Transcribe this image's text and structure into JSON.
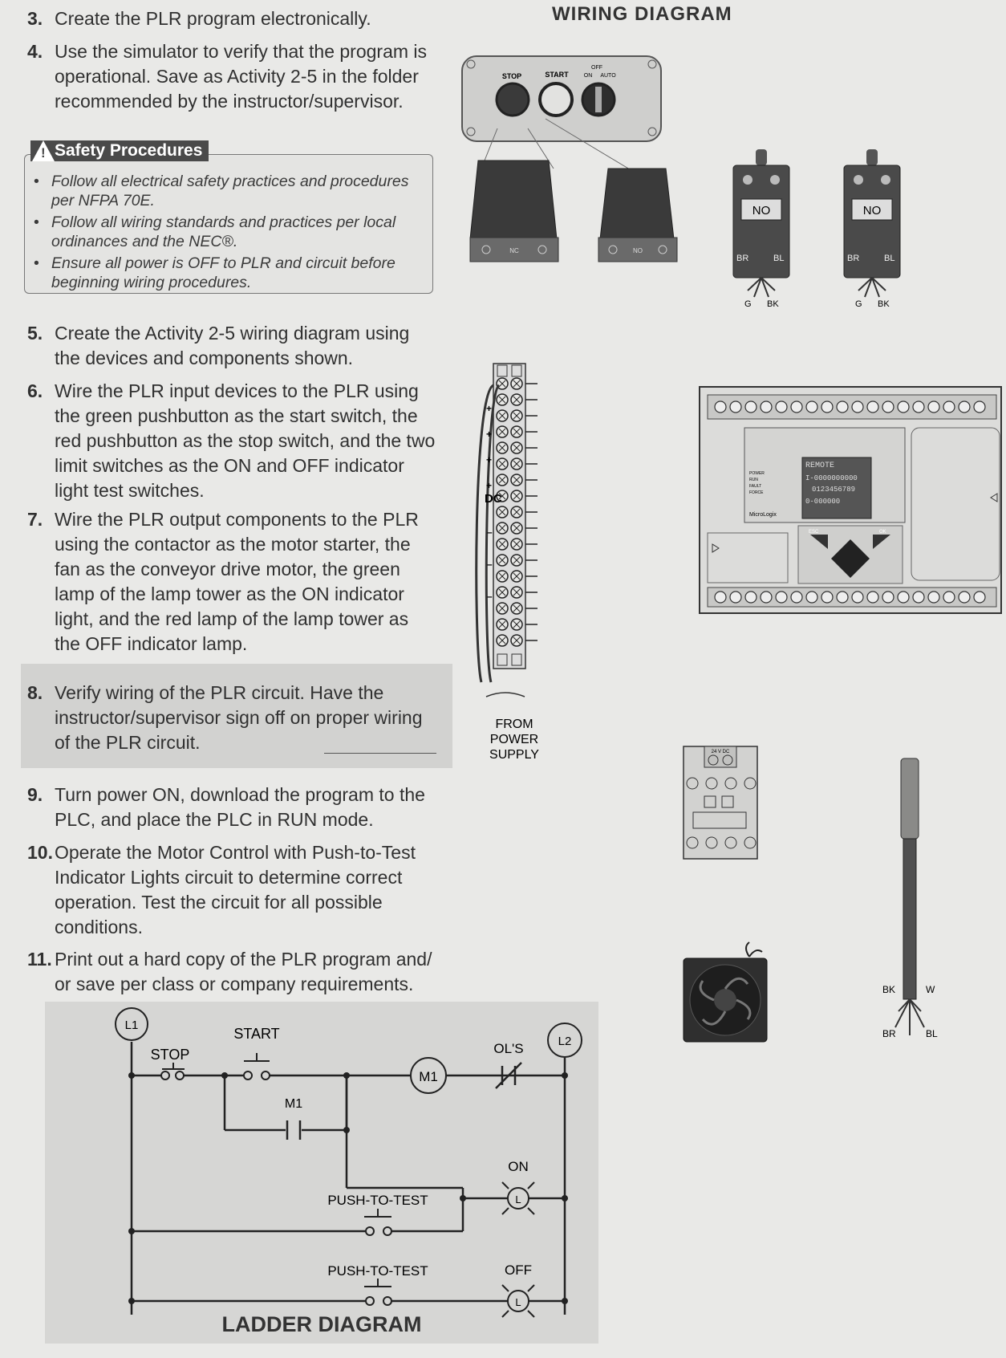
{
  "steps": [
    {
      "n": "3.",
      "text": "Create the PLR program electronically."
    },
    {
      "n": "4.",
      "text": "Use the simulator to verify that the program is operational. Save as Activity 2-5 in the folder recommended by the instructor/supervisor."
    },
    {
      "n": "5.",
      "text": "Create the Activity 2-5 wiring diagram using the devices and components shown."
    },
    {
      "n": "6.",
      "text": "Wire the PLR input devices to the PLR using the green pushbutton as the start switch, the red pushbutton as the stop switch, and the two limit switches as the ON and OFF indicator light test switches."
    },
    {
      "n": "7.",
      "text": "Wire the PLR output components to the PLR using the contactor as the motor starter, the fan as the conveyor drive motor, the green lamp of the lamp tower as the ON indicator light, and the red lamp of the lamp tower as the OFF indicator lamp."
    },
    {
      "n": "8.",
      "text": "Verify wiring of the PLR circuit. Have the instructor/supervisor sign off on proper wiring of the PLR circuit."
    },
    {
      "n": "9.",
      "text": "Turn power ON, download the program to the PLC, and place the PLC in RUN mode."
    },
    {
      "n": "10.",
      "text": "Operate the Motor Control with Push-to-Test Indicator Lights circuit to determine correct operation. Test the circuit for all possible conditions."
    },
    {
      "n": "11.",
      "text": "Print out a hard copy of the PLR program and/ or save per class or company requirements."
    }
  ],
  "safety": {
    "title": "Safety Procedures",
    "items": [
      "Follow all electrical safety practices and procedures per NFPA 70E.",
      "Follow all wiring standards and practices per local ordinances and the NEC®.",
      "Ensure all power is OFF to PLR and circuit before beginning wiring procedures."
    ]
  },
  "wiring": {
    "title": "WIRING DIAGRAM",
    "station": {
      "stop": "STOP",
      "start": "START",
      "selector_off": "OFF",
      "selector_on": "ON",
      "selector_auto": "AUTO"
    },
    "contacts": {
      "nc": "NC",
      "no": "NO"
    },
    "limit_switch": {
      "label": "NO",
      "br": "BR",
      "bl": "BL",
      "g": "G",
      "bk": "BK"
    },
    "terminal": {
      "dc": "DC",
      "plus": "+",
      "minus": "–",
      "from": "FROM",
      "power": "POWER",
      "supply": "SUPPLY"
    },
    "plc": {
      "remote": "REMOTE",
      "brand": "MicroLogix",
      "power": "POWER",
      "run": "RUN",
      "fault": "FAULT",
      "force": "FORCE",
      "esc": "ESC",
      "ok": "OK",
      "lcd2": "I-0000000000",
      "lcd3": "0123456789",
      "lcd4": "0-000000"
    },
    "contactor": {
      "top": "24 V DC"
    },
    "tower": {
      "bk": "BK",
      "w": "W",
      "br": "BR",
      "bl": "BL"
    }
  },
  "ladder": {
    "title": "LADDER DIAGRAM",
    "l1": "L1",
    "l2": "L2",
    "stop": "STOP",
    "start": "START",
    "m1_coil": "M1",
    "m1_contact": "M1",
    "ols": "OL'S",
    "on": "ON",
    "off": "OFF",
    "lamp": "L",
    "ptt1": "PUSH-TO-TEST",
    "ptt2": "PUSH-TO-TEST"
  }
}
